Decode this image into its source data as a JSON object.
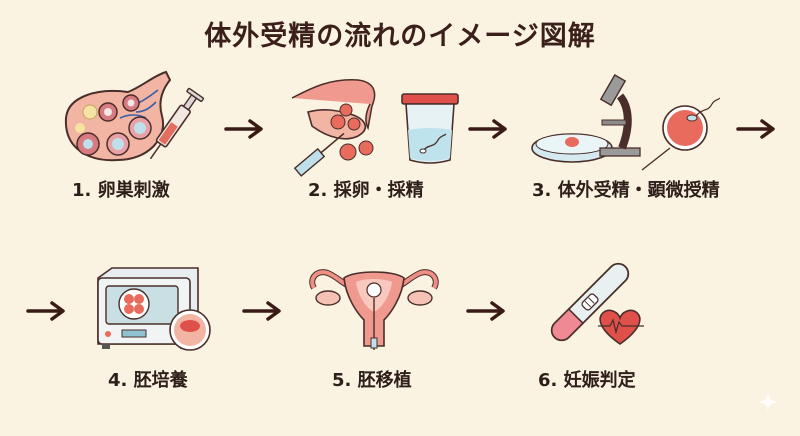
{
  "title": "体外受精の流れのイメージ図解",
  "colors": {
    "background": "#fbf3e2",
    "text": "#2e1f1a",
    "arrow": "#3a1a14",
    "accent_pink": "#e8837a",
    "outline": "#4a2e2a"
  },
  "steps": [
    {
      "number": "1.",
      "label": "1. 卵巣刺激",
      "icon": "ovary-syringe-icon"
    },
    {
      "number": "2.",
      "label": "2. 採卵・採精",
      "icon": "egg-retrieval-sperm-cup-icon"
    },
    {
      "number": "3.",
      "label": "3. 体外受精・顕微授精",
      "icon": "petri-dish-microscope-icsi-icon"
    },
    {
      "number": "4.",
      "label": "4. 胚培養",
      "icon": "incubator-embryo-icon"
    },
    {
      "number": "5.",
      "label": "5. 胚移植",
      "icon": "uterus-transfer-icon"
    },
    {
      "number": "6.",
      "label": "6. 妊娠判定",
      "icon": "pregnancy-test-heart-icon"
    }
  ],
  "arrows": [
    "arrow-1-2",
    "arrow-2-3",
    "arrow-3-4",
    "arrow-row2-start",
    "arrow-4-5",
    "arrow-5-6"
  ]
}
